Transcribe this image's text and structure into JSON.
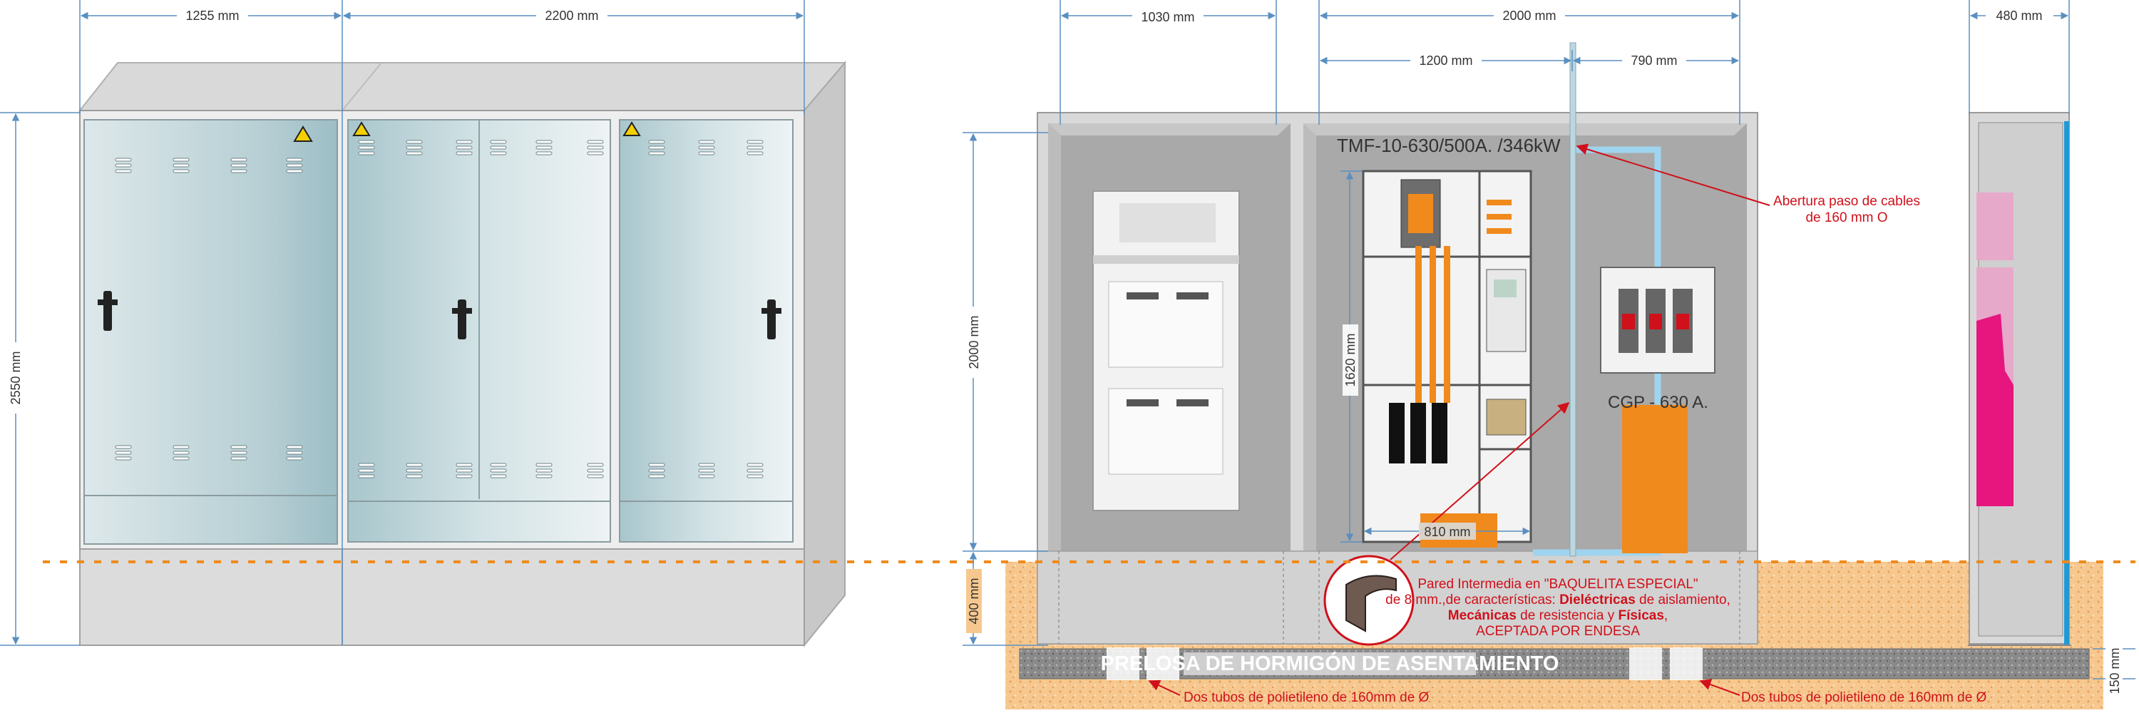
{
  "dimensions": {
    "front_left_width": "1255 mm",
    "front_right_width": "2200 mm",
    "front_height": "2550 mm",
    "mid_left_width": "1030 mm",
    "mid_total_width": "2000 mm",
    "mid_inner_left": "1200 mm",
    "mid_inner_right": "790 mm",
    "side_depth": "480 mm",
    "mid_height": "2000 mm",
    "panel_height": "1620 mm",
    "panel_width": "810 mm",
    "buried_depth": "400 mm",
    "slab_thickness": "150 mm"
  },
  "labels": {
    "tmf": "TMF-10-630/500A. /346kW",
    "cgp": "CGP - 630 A.",
    "cable_opening_line1": "Abertura paso de cables",
    "cable_opening_line2": "de 160 mm O",
    "wall_line1": "Pared Intermedia en \"BAQUELITA ESPECIAL\"",
    "wall_line2_a": "de 8 mm.,de características: ",
    "wall_line2_b": "Dieléctricas",
    "wall_line2_c": " de aislamiento,",
    "wall_line3_a": "Mecánicas",
    "wall_line3_b": " de resistencia y ",
    "wall_line3_c": "Físicas",
    "wall_line3_d": ",",
    "wall_line4": "ACEPTADA POR ENDESA",
    "slab": "PRELOSA DE HORMIGÓN DE ASENTAMIENTO",
    "tubes_left": "Dos tubos de polietileno de 160mm de Ø",
    "tubes_right": "Dos tubos de polietileno de 160mm de Ø"
  },
  "colors": {
    "accent_red": "#d0101a",
    "orange_busbar": "#f08a1c",
    "light_blue_cable": "#9fd4ee",
    "soil": "#f5c48a",
    "magenta": "#e6167e"
  }
}
